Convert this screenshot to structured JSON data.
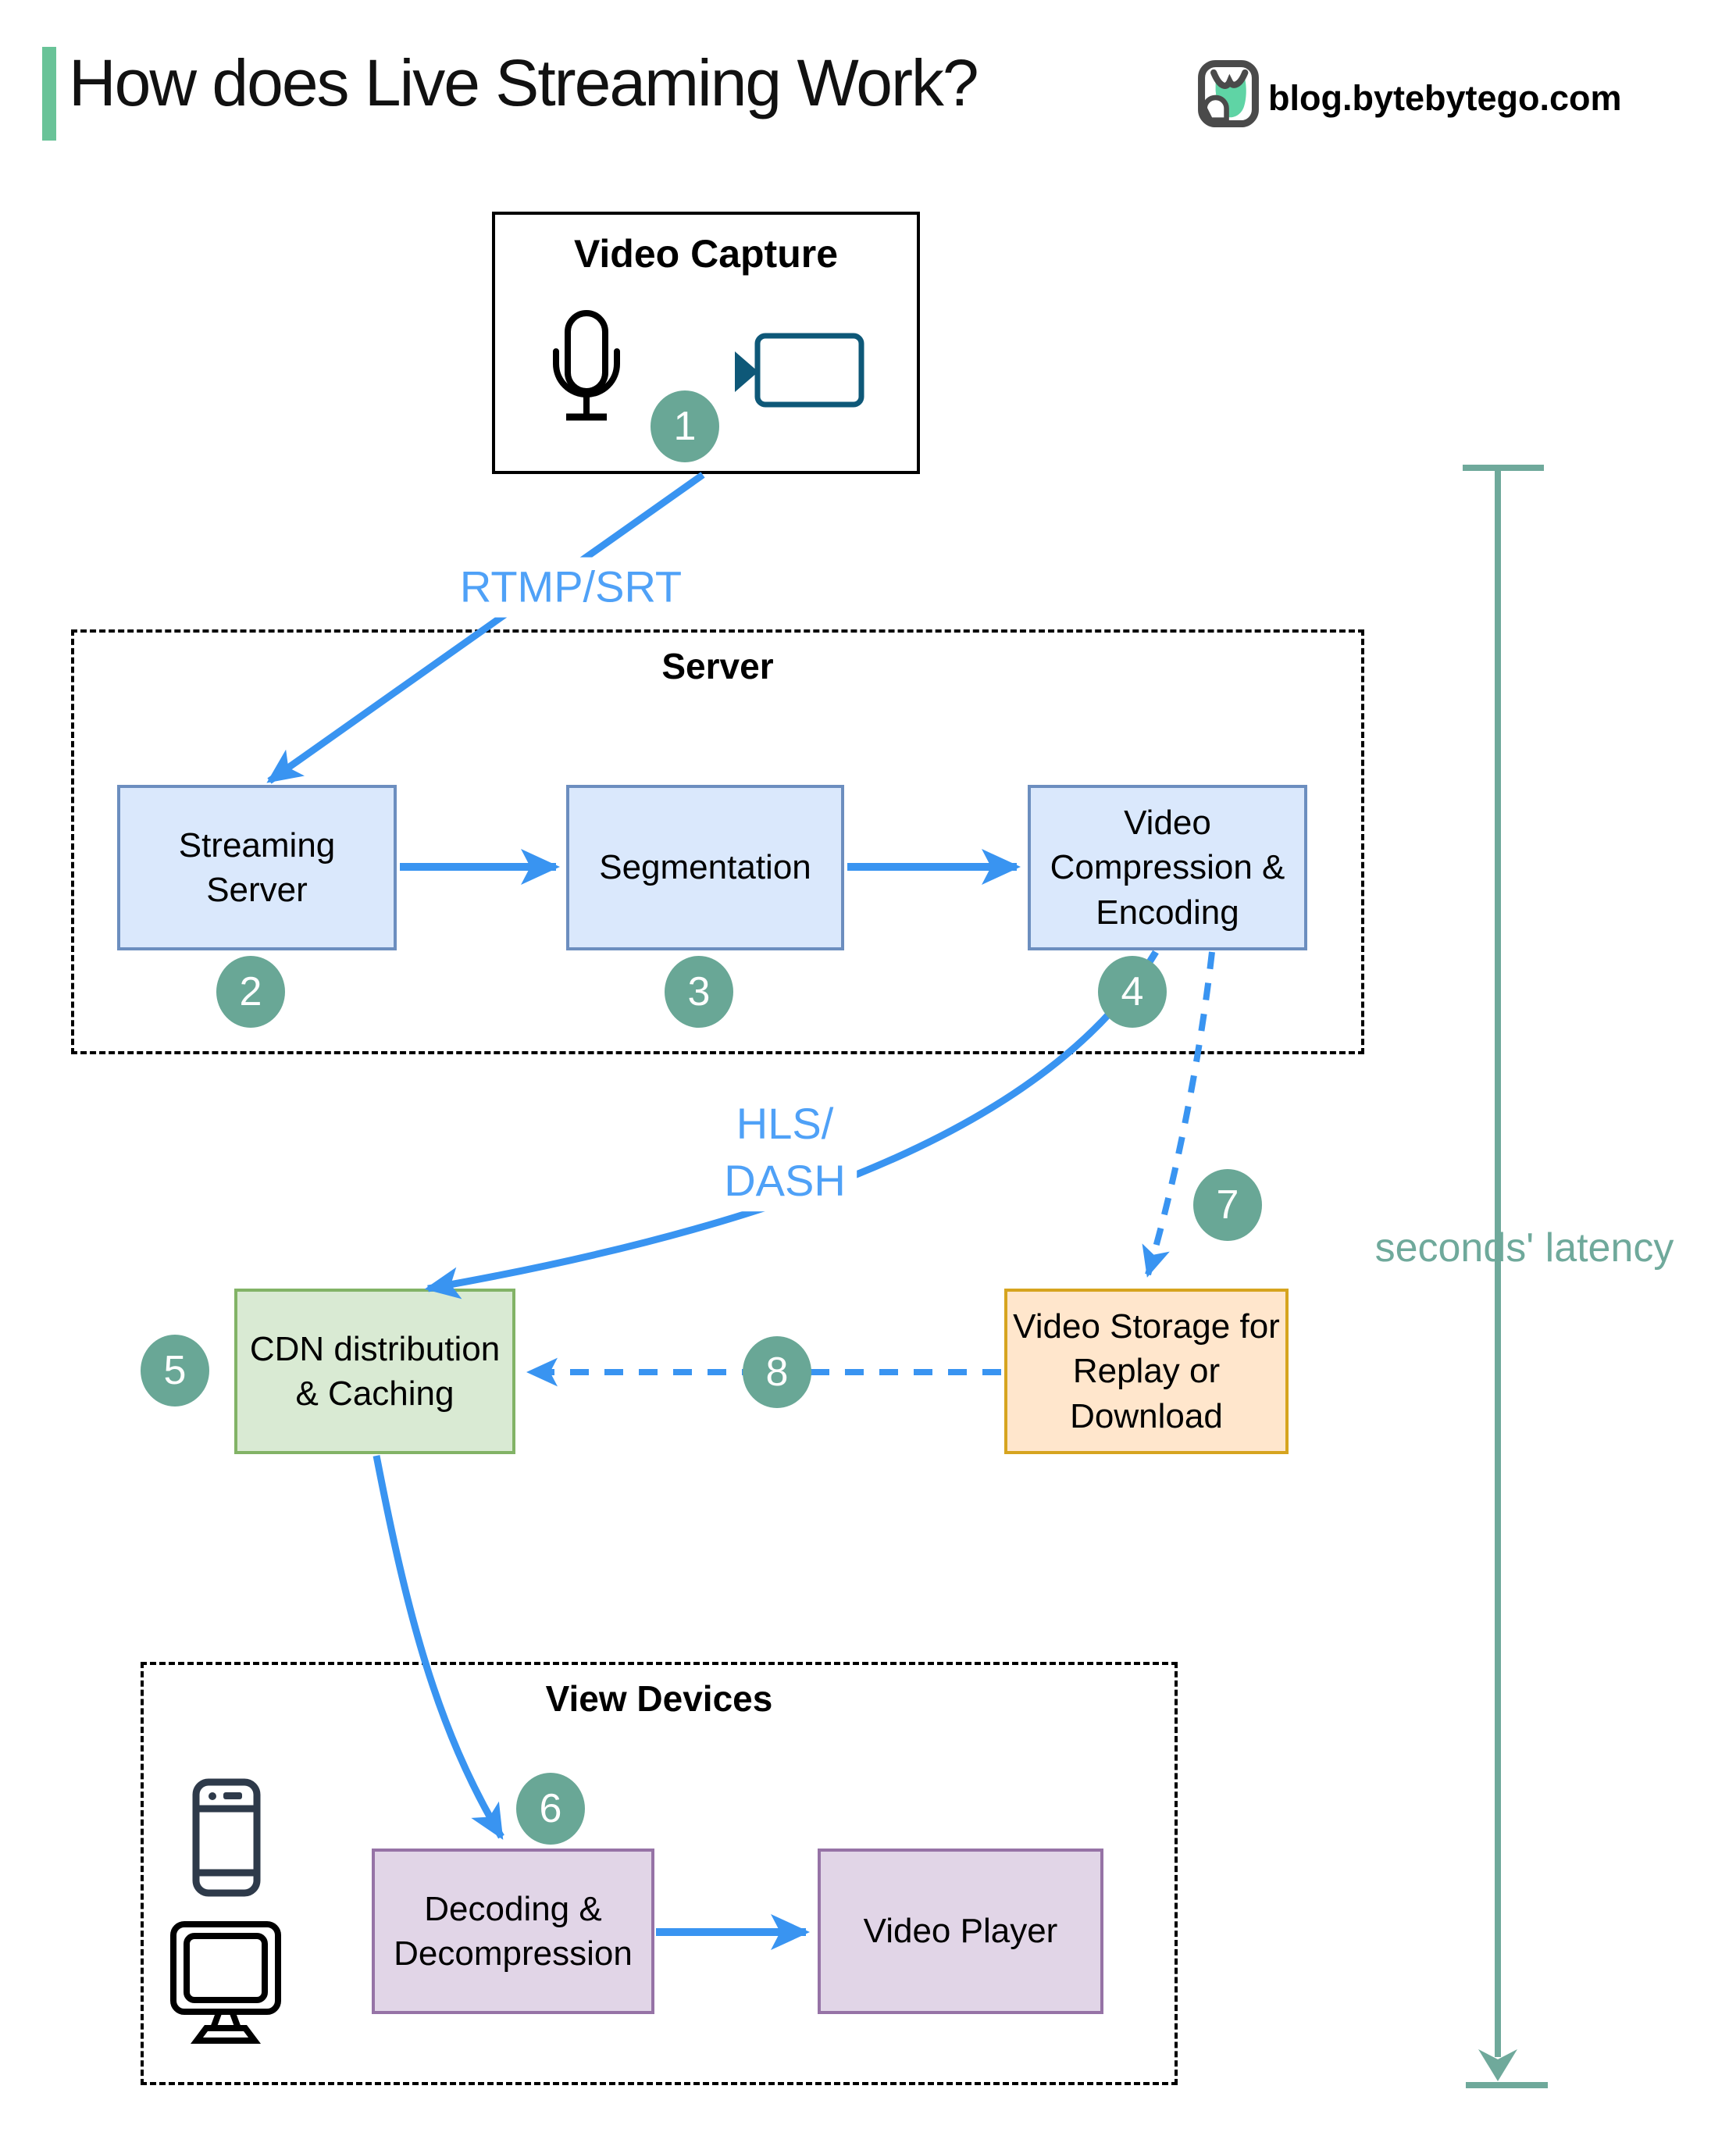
{
  "header": {
    "title": "How does Live Streaming Work?",
    "site_label": "blog.bytebytego.com",
    "logo_icon": "bytebytego-logo",
    "accent_color": "#69C398"
  },
  "diagram": {
    "groups": {
      "server": "Server",
      "view_devices": "View Devices"
    },
    "nodes": {
      "video_capture": "Video Capture",
      "streaming_server": "Streaming Server",
      "segmentation": "Segmentation",
      "video_compression": "Video Compression & Encoding",
      "cdn": "CDN distribution & Caching",
      "video_storage": "Video Storage for Replay or Download",
      "decoding": "Decoding & Decompression",
      "video_player": "Video Player"
    },
    "steps": {
      "s1": "1",
      "s2": "2",
      "s3": "3",
      "s4": "4",
      "s5": "5",
      "s6": "6",
      "s7": "7",
      "s8": "8"
    },
    "edge_labels": {
      "ingest_protocol": "RTMP/SRT",
      "delivery_protocol_line1": "HLS/",
      "delivery_protocol_line2": "DASH",
      "latency_note": "seconds' latency"
    },
    "icons": {
      "capture": [
        "microphone-icon",
        "video-camera-icon"
      ],
      "view_devices": [
        "smartphone-icon",
        "monitor-icon"
      ]
    },
    "colors": {
      "flow_arrow": "#3994F1",
      "edge_label_text": "#4FA1F7",
      "step_badge": "#69A796",
      "latency_bracket": "#6FA99B",
      "box_blue_fill": "#DAE8FC",
      "box_blue_border": "#6C8EBF",
      "box_green_fill": "#D9EAD3",
      "box_green_border": "#82B366",
      "box_orange_fill": "#FFE6CC",
      "box_orange_border": "#D6A41F",
      "box_purple_fill": "#E1D5E7",
      "box_purple_border": "#9673A6",
      "camera_icon_color": "#0E5878"
    }
  }
}
